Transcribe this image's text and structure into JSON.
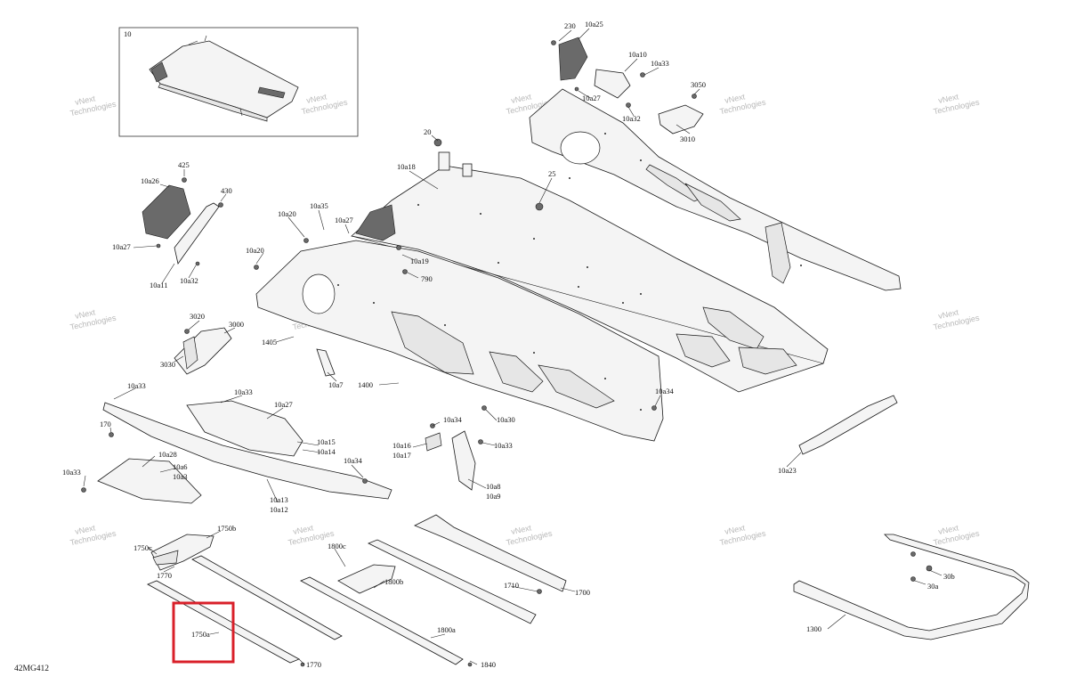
{
  "diagram": {
    "reference_code": "42MG412",
    "inset_label": "10",
    "highlight_color": "#d9202a",
    "watermark_text": [
      "vNext",
      "Technologies"
    ],
    "callouts": [
      {
        "id": "c230",
        "text": "230"
      },
      {
        "id": "c10a25",
        "text": "10a25"
      },
      {
        "id": "c10a10",
        "text": "10a10"
      },
      {
        "id": "c10a33t",
        "text": "10a33"
      },
      {
        "id": "c10a27t",
        "text": "10a27"
      },
      {
        "id": "c10a32t",
        "text": "10a32"
      },
      {
        "id": "c3050",
        "text": "3050"
      },
      {
        "id": "c3010",
        "text": "3010"
      },
      {
        "id": "c20",
        "text": "20"
      },
      {
        "id": "c10a18",
        "text": "10a18"
      },
      {
        "id": "c25",
        "text": "25"
      },
      {
        "id": "c425",
        "text": "425"
      },
      {
        "id": "c10a26",
        "text": "10a26"
      },
      {
        "id": "c430",
        "text": "430"
      },
      {
        "id": "c10a27l",
        "text": "10a27"
      },
      {
        "id": "c10a11",
        "text": "10a11"
      },
      {
        "id": "c10a32l",
        "text": "10a32"
      },
      {
        "id": "c10a20a",
        "text": "10a20"
      },
      {
        "id": "c10a35",
        "text": "10a35"
      },
      {
        "id": "c10a27m",
        "text": "10a27"
      },
      {
        "id": "c10a20b",
        "text": "10a20"
      },
      {
        "id": "c10a19",
        "text": "10a19"
      },
      {
        "id": "c790",
        "text": "790"
      },
      {
        "id": "c3020",
        "text": "3020"
      },
      {
        "id": "c3000",
        "text": "3000"
      },
      {
        "id": "c3030",
        "text": "3030"
      },
      {
        "id": "c1405",
        "text": "1405"
      },
      {
        "id": "c10a7",
        "text": "10a7"
      },
      {
        "id": "c1400",
        "text": "1400"
      },
      {
        "id": "c10a33a",
        "text": "10a33"
      },
      {
        "id": "c10a33b",
        "text": "10a33"
      },
      {
        "id": "c10a27b",
        "text": "10a27"
      },
      {
        "id": "c170",
        "text": "170"
      },
      {
        "id": "c10a15",
        "text": "10a15"
      },
      {
        "id": "c10a14",
        "text": "10a14"
      },
      {
        "id": "c10a28",
        "text": "10a28"
      },
      {
        "id": "c10a6",
        "text": "10a6"
      },
      {
        "id": "c10a3",
        "text": "10a3"
      },
      {
        "id": "c10a33c",
        "text": "10a33"
      },
      {
        "id": "c10a34a",
        "text": "10a34"
      },
      {
        "id": "c10a13",
        "text": "10a13"
      },
      {
        "id": "c10a12",
        "text": "10a12"
      },
      {
        "id": "c10a30",
        "text": "10a30"
      },
      {
        "id": "c10a34b",
        "text": "10a34"
      },
      {
        "id": "c10a16",
        "text": "10a16"
      },
      {
        "id": "c10a17",
        "text": "10a17"
      },
      {
        "id": "c10a33d",
        "text": "10a33"
      },
      {
        "id": "c10a8",
        "text": "10a8"
      },
      {
        "id": "c10a9",
        "text": "10a9"
      },
      {
        "id": "c10a34c",
        "text": "10a34"
      },
      {
        "id": "c10a23",
        "text": "10a23"
      },
      {
        "id": "c1750b",
        "text": "1750b"
      },
      {
        "id": "c1750c",
        "text": "1750c"
      },
      {
        "id": "c1770a",
        "text": "1770"
      },
      {
        "id": "c1750a",
        "text": "1750a"
      },
      {
        "id": "c1770b",
        "text": "1770"
      },
      {
        "id": "c1800c",
        "text": "1800c"
      },
      {
        "id": "c1800b",
        "text": "1800b"
      },
      {
        "id": "c1710",
        "text": "1710"
      },
      {
        "id": "c1700",
        "text": "1700"
      },
      {
        "id": "c1800a",
        "text": "1800a"
      },
      {
        "id": "c1840",
        "text": "1840"
      },
      {
        "id": "c30b",
        "text": "30b"
      },
      {
        "id": "c30a",
        "text": "30a"
      },
      {
        "id": "c1300",
        "text": "1300"
      }
    ]
  }
}
